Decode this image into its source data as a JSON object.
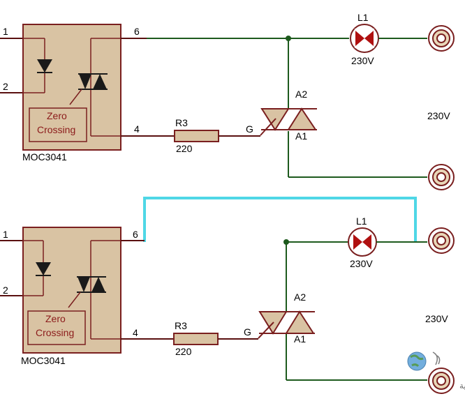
{
  "colors": {
    "wire_green": "#1d5a1d",
    "wire_dark_red": "#5a1010",
    "component_fill": "#d9c3a3",
    "component_stroke": "#7a1f1f",
    "jumper_cyan": "#4fd7e6",
    "lamp_red": "#b01010"
  },
  "circuits": [
    {
      "chip_name": "MOC3041",
      "pin1": "1",
      "pin2": "2",
      "pin6": "6",
      "pin4": "4",
      "zero_line1": "Zero",
      "zero_line2": "Crossing",
      "resistor_name": "R3",
      "resistor_value": "220",
      "gate_label": "G",
      "a2_label": "A2",
      "a1_label": "A1",
      "lamp_name": "L1",
      "lamp_voltage": "230V",
      "supply_voltage": "230V"
    },
    {
      "chip_name": "MOC3041",
      "pin1": "1",
      "pin2": "2",
      "pin6": "6",
      "pin4": "4",
      "zero_line1": "Zero",
      "zero_line2": "Crossing",
      "resistor_name": "R3",
      "resistor_value": "220",
      "gate_label": "G",
      "a2_label": "A2",
      "a1_label": "A1",
      "lamp_name": "L1",
      "lamp_voltage": "230V",
      "supply_voltage": "230V"
    }
  ],
  "watermark": {
    "text": "الدارة الالكترونية",
    "icon": "globe-icon"
  }
}
